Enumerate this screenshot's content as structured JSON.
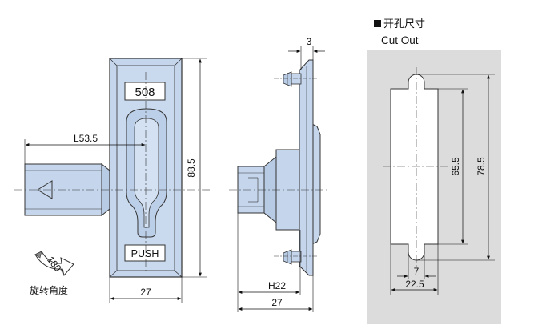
{
  "cutout": {
    "title": "开孔尺寸",
    "subtitle": "Cut Out"
  },
  "front_view": {
    "plate_number": "508",
    "button_label": "PUSH",
    "dim_length": "L53.5",
    "dim_height": "88.5",
    "dim_width": "27",
    "rotation_value": "180°",
    "rotation_label": "旋转角度"
  },
  "side_view": {
    "dim_thickness": "3",
    "dim_h": "H22",
    "dim_width": "27"
  },
  "cutout_view": {
    "dim_inner_height": "65.5",
    "dim_outer_height": "78.5",
    "dim_slot_width": "7",
    "dim_width": "22.5"
  },
  "colors": {
    "part_fill": "#c5d6ec",
    "part_stroke": "#333333",
    "panel_gray": "#dcdcdc",
    "dim_line": "#111111"
  }
}
